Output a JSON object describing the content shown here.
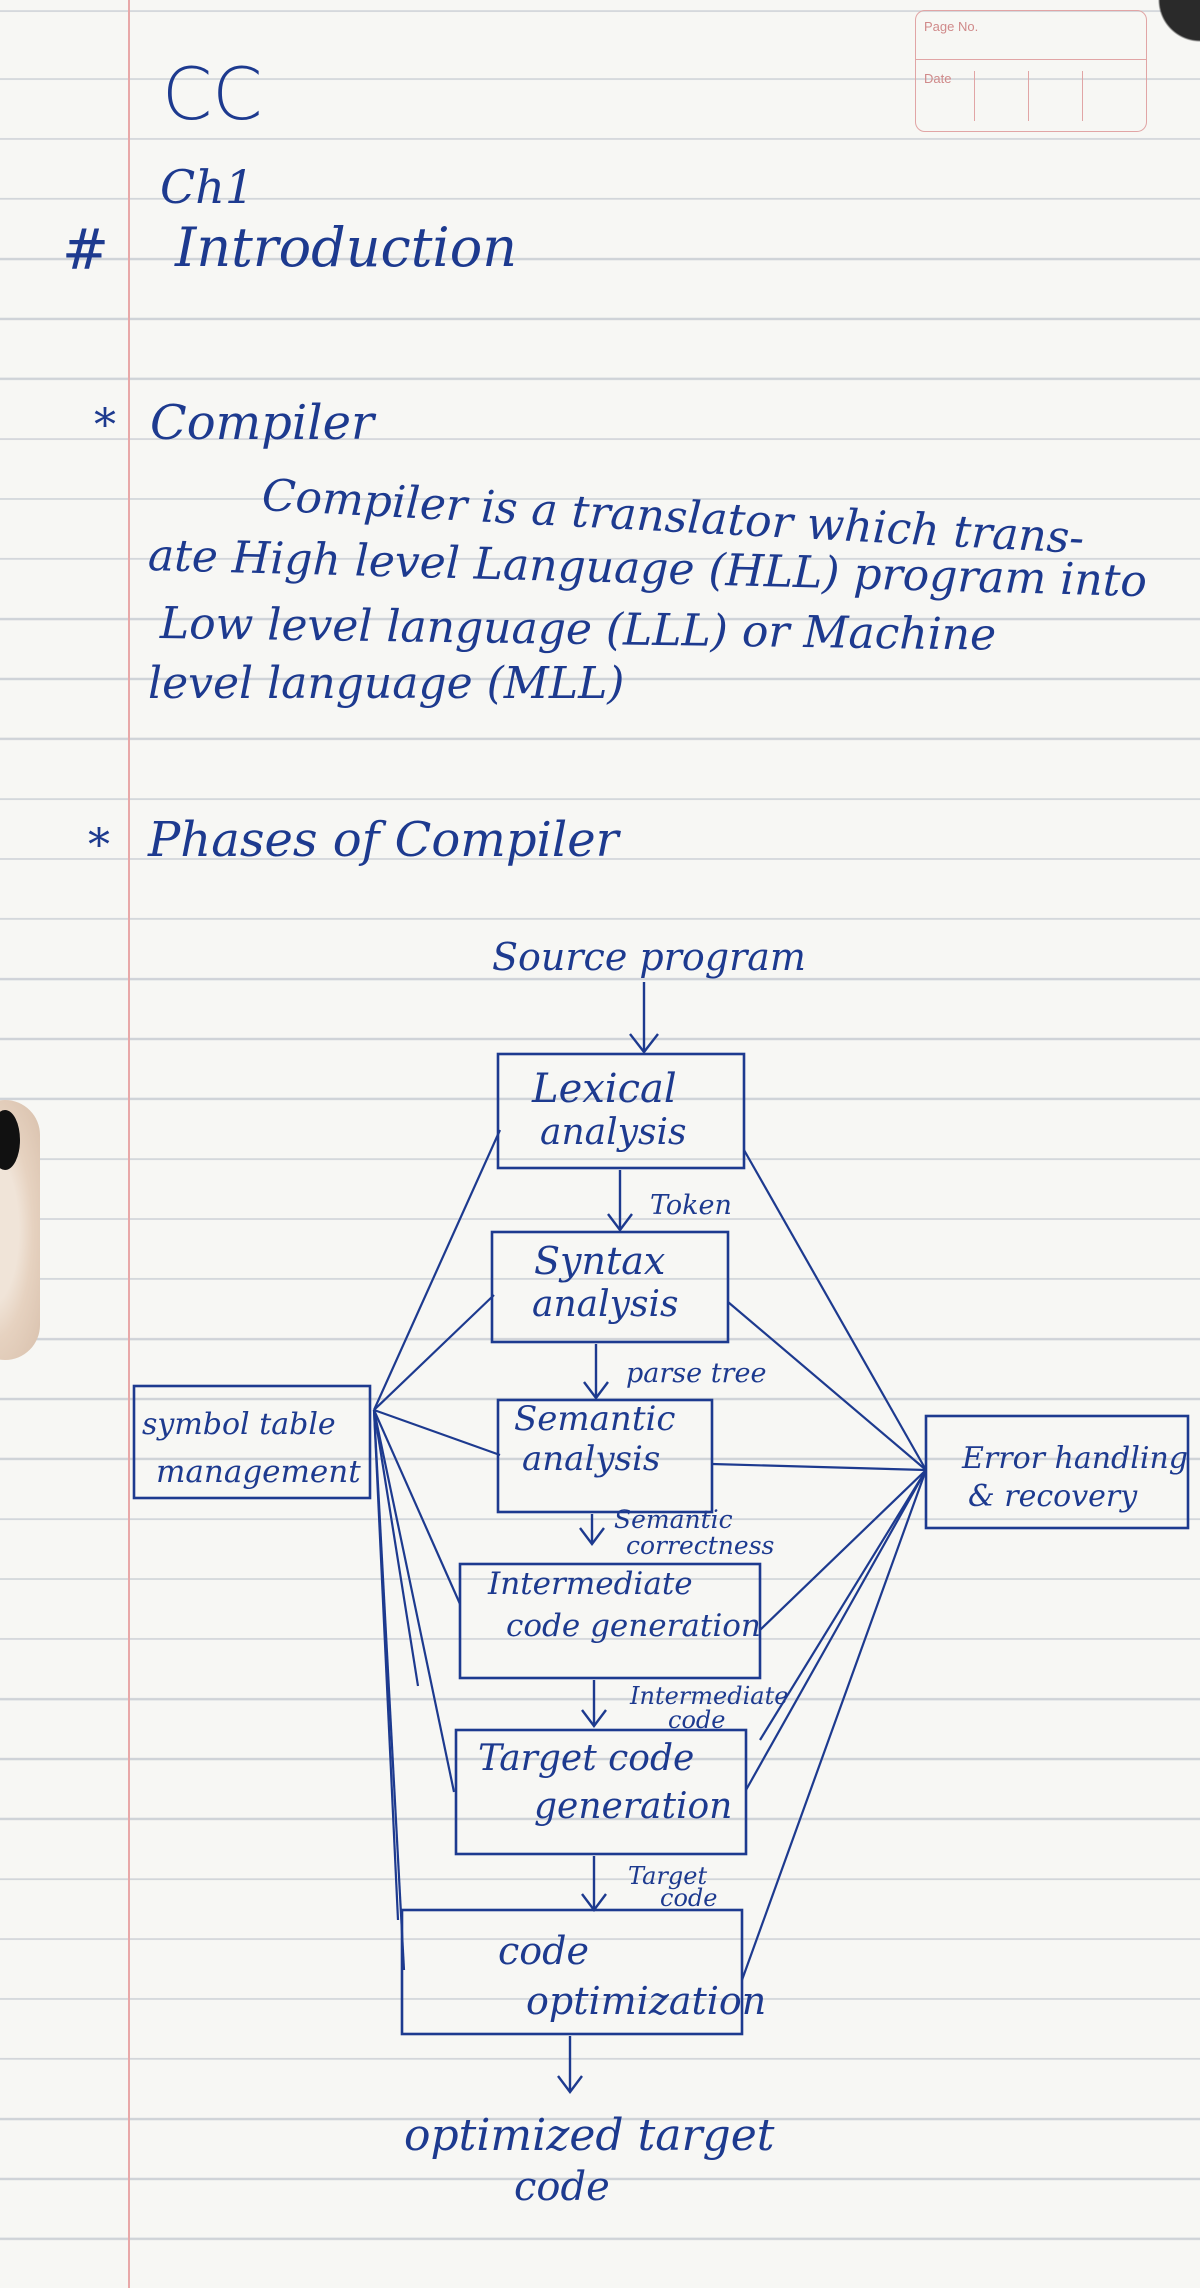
{
  "corner_box": {
    "page_no_label": "Page No.",
    "date_label": "Date"
  },
  "header": {
    "title": "CC",
    "chapter": "Ch1",
    "hash": "#",
    "heading": "Introduction"
  },
  "section1": {
    "bullet": "*",
    "title": "Compiler",
    "lines": [
      "Compiler is a translator which trans-",
      "ate High level Language (HLL) program into",
      "Low level language (LLL) or Machine",
      "level language (MLL)"
    ]
  },
  "section2": {
    "bullet": "*",
    "title": "Phases of Compiler"
  },
  "diagram": {
    "source": "Source program",
    "phases": {
      "lexical": [
        "Lexical",
        "analysis"
      ],
      "syntax": [
        "Syntax",
        "analysis"
      ],
      "semantic": [
        "Semantic",
        "analysis"
      ],
      "icg": [
        "Intermediate",
        "code generation"
      ],
      "tcg": [
        "Target code",
        "generation"
      ],
      "opt": [
        "code",
        "optimization"
      ]
    },
    "edge_labels": {
      "token": "Token",
      "parse_tree": "parse tree",
      "semantic_correctness": [
        "Semantic",
        "correctness"
      ],
      "intermediate_code": [
        "Intermediate",
        "code"
      ],
      "target_code": [
        "Target",
        "code"
      ]
    },
    "symbol_table": [
      "symbol table",
      "management"
    ],
    "error_handling": [
      "Error handling",
      "& recovery"
    ],
    "output": [
      "optimized target",
      "code"
    ]
  },
  "colors": {
    "ink": "#1d3a8f",
    "ruling": "#cfd3d8",
    "margin": "#e8a8a8",
    "paper": "#f7f7f4"
  }
}
